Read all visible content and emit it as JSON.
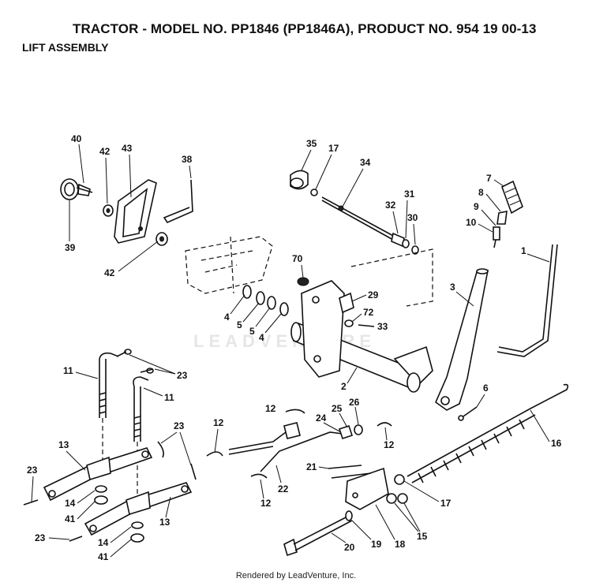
{
  "header": {
    "title": "TRACTOR - MODEL NO. PP1846 (PP1846A), PRODUCT NO. 954 19 00-13",
    "subtitle": "LIFT ASSEMBLY"
  },
  "footer": {
    "credit": "Rendered by LeadVenture, Inc."
  },
  "watermark": {
    "text": "LEADVENTURE"
  },
  "callouts": [
    {
      "id": "c40",
      "label": "40"
    },
    {
      "id": "c42a",
      "label": "42"
    },
    {
      "id": "c43",
      "label": "43"
    },
    {
      "id": "c38",
      "label": "38"
    },
    {
      "id": "c39",
      "label": "39"
    },
    {
      "id": "c42b",
      "label": "42"
    },
    {
      "id": "c35",
      "label": "35"
    },
    {
      "id": "c17a",
      "label": "17"
    },
    {
      "id": "c34",
      "label": "34"
    },
    {
      "id": "c32",
      "label": "32"
    },
    {
      "id": "c31",
      "label": "31"
    },
    {
      "id": "c30",
      "label": "30"
    },
    {
      "id": "c7",
      "label": "7"
    },
    {
      "id": "c8",
      "label": "8"
    },
    {
      "id": "c9",
      "label": "9"
    },
    {
      "id": "c10",
      "label": "10"
    },
    {
      "id": "c1",
      "label": "1"
    },
    {
      "id": "c70",
      "label": "70"
    },
    {
      "id": "c3",
      "label": "3"
    },
    {
      "id": "c29",
      "label": "29"
    },
    {
      "id": "c72",
      "label": "72"
    },
    {
      "id": "c33",
      "label": "33"
    },
    {
      "id": "c4a",
      "label": "4"
    },
    {
      "id": "c5a",
      "label": "5"
    },
    {
      "id": "c5b",
      "label": "5"
    },
    {
      "id": "c4b",
      "label": "4"
    },
    {
      "id": "c11a",
      "label": "11"
    },
    {
      "id": "c23a",
      "label": "23"
    },
    {
      "id": "c11b",
      "label": "11"
    },
    {
      "id": "c2",
      "label": "2"
    },
    {
      "id": "c6",
      "label": "6"
    },
    {
      "id": "c12a",
      "label": "12"
    },
    {
      "id": "c24",
      "label": "24"
    },
    {
      "id": "c25",
      "label": "25"
    },
    {
      "id": "c26",
      "label": "26"
    },
    {
      "id": "c12b",
      "label": "12"
    },
    {
      "id": "c16",
      "label": "16"
    },
    {
      "id": "c12c",
      "label": "12"
    },
    {
      "id": "c23b",
      "label": "23"
    },
    {
      "id": "c13a",
      "label": "13"
    },
    {
      "id": "c23c",
      "label": "23"
    },
    {
      "id": "c21",
      "label": "21"
    },
    {
      "id": "c22",
      "label": "22"
    },
    {
      "id": "c17b",
      "label": "17"
    },
    {
      "id": "c14a",
      "label": "14"
    },
    {
      "id": "c41a",
      "label": "41"
    },
    {
      "id": "c12d",
      "label": "12"
    },
    {
      "id": "c13b",
      "label": "13"
    },
    {
      "id": "c15",
      "label": "15"
    },
    {
      "id": "c23d",
      "label": "23"
    },
    {
      "id": "c20",
      "label": "20"
    },
    {
      "id": "c19",
      "label": "19"
    },
    {
      "id": "c18",
      "label": "18"
    },
    {
      "id": "c14b",
      "label": "14"
    },
    {
      "id": "c41b",
      "label": "41"
    }
  ]
}
